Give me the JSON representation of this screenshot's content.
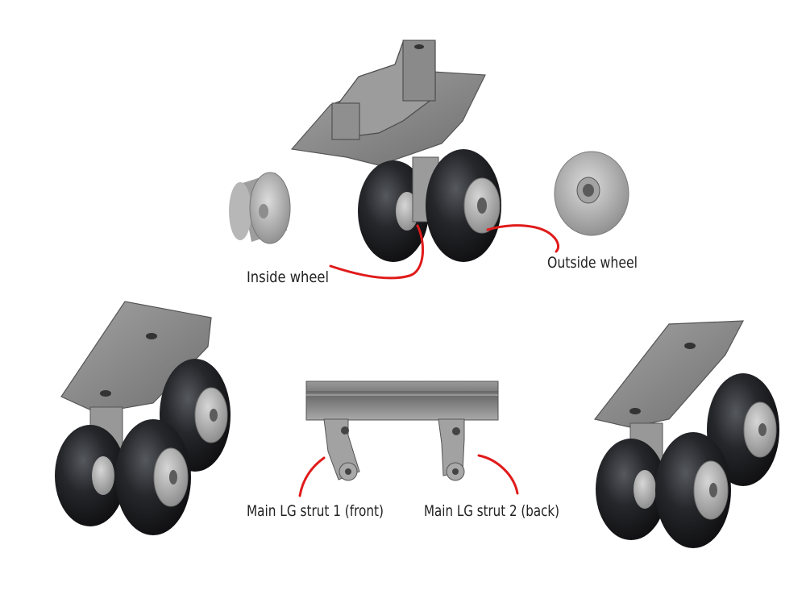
{
  "labels": {
    "inside_wheel": "Inside wheel",
    "outside_wheel": "Outside wheel",
    "strut1": "Main LG strut  1 (front)",
    "strut2": "Main LG strut 2 (back)"
  },
  "colors": {
    "callout": "#e01b1b",
    "tire": "#1b1c1f",
    "metal": "#8e8e8e"
  }
}
